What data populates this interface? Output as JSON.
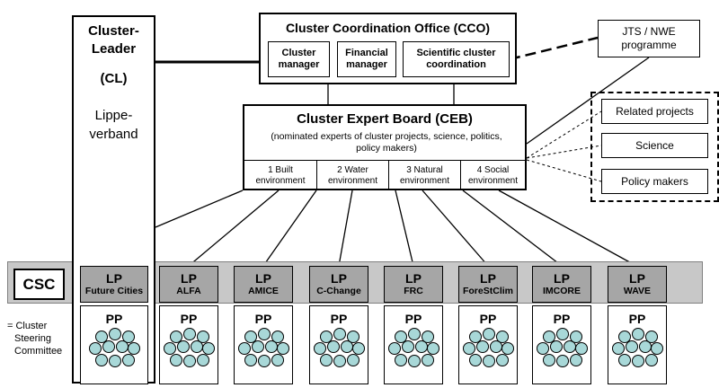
{
  "cluster_leader": {
    "title_line1": "Cluster-",
    "title_line2": "Leader",
    "abbr": "(CL)",
    "org_line1": "Lippe-",
    "org_line2": "verband"
  },
  "cco": {
    "title": "Cluster Coordination Office (CCO)",
    "roles": [
      {
        "line1": "Cluster",
        "line2": "manager"
      },
      {
        "line1": "Financial",
        "line2": "manager"
      },
      {
        "line1": "Scientific cluster",
        "line2": "coordination"
      }
    ]
  },
  "jts": {
    "line1": "JTS / NWE",
    "line2": "programme"
  },
  "ceb": {
    "title": "Cluster Expert Board (CEB)",
    "subtitle": "(nominated experts of cluster projects, science, politics, policy makers)",
    "areas": [
      {
        "line1": "1 Built",
        "line2": "environment"
      },
      {
        "line1": "2 Water",
        "line2": "environment"
      },
      {
        "line1": "3 Natural",
        "line2": "environment"
      },
      {
        "line1": "4 Social",
        "line2": "environment"
      }
    ]
  },
  "related": [
    "Related projects",
    "Science",
    "Policy makers"
  ],
  "csc": {
    "label": "CSC",
    "legend_line1": "= Cluster",
    "legend_line2": "Steering",
    "legend_line3": "Committee"
  },
  "projects": [
    {
      "lp": "LP",
      "name": "Future Cities",
      "pp": "PP"
    },
    {
      "lp": "LP",
      "name": "ALFA",
      "pp": "PP"
    },
    {
      "lp": "LP",
      "name": "AMICE",
      "pp": "PP"
    },
    {
      "lp": "LP",
      "name": "C-Change",
      "pp": "PP"
    },
    {
      "lp": "LP",
      "name": "FRC",
      "pp": "PP"
    },
    {
      "lp": "LP",
      "name": "ForeStClim",
      "pp": "PP"
    },
    {
      "lp": "LP",
      "name": "IMCORE",
      "pp": "PP"
    },
    {
      "lp": "LP",
      "name": "WAVE",
      "pp": "PP"
    }
  ],
  "colors": {
    "partner_circle_fill": "#a8d8d8",
    "lp_fill": "#a6a6a6",
    "csc_band": "#c8c8c8"
  }
}
